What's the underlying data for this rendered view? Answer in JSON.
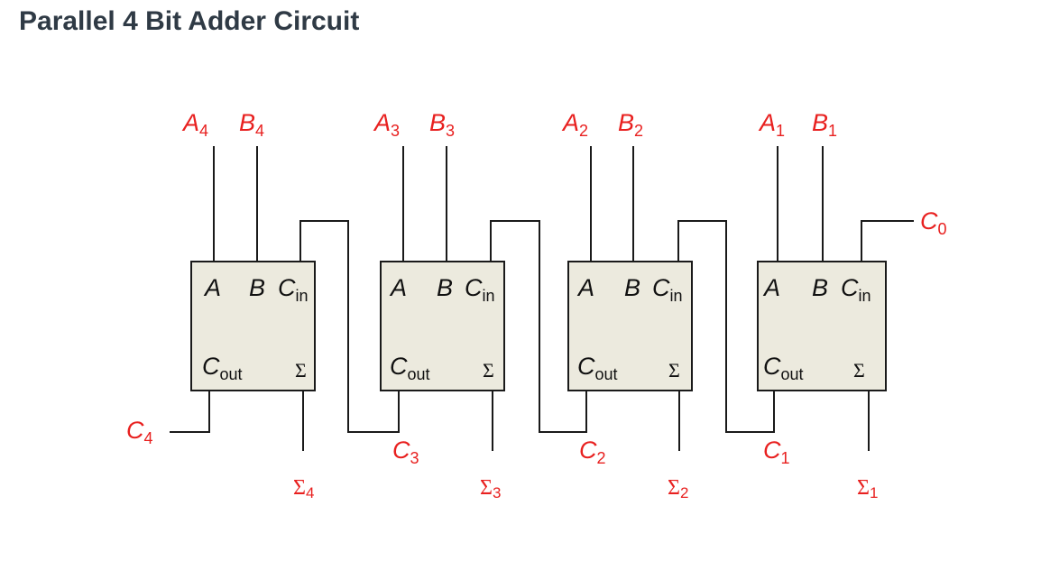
{
  "title": "Parallel 4 Bit Adder Circuit",
  "adders": [
    {
      "a": {
        "base": "A",
        "sub": "4"
      },
      "b": {
        "base": "B",
        "sub": "4"
      },
      "sum": {
        "base": "Σ",
        "sub": "4"
      },
      "carry_out": {
        "base": "C",
        "sub": "4"
      }
    },
    {
      "a": {
        "base": "A",
        "sub": "3"
      },
      "b": {
        "base": "B",
        "sub": "3"
      },
      "sum": {
        "base": "Σ",
        "sub": "3"
      },
      "carry_out": {
        "base": "C",
        "sub": "3"
      }
    },
    {
      "a": {
        "base": "A",
        "sub": "2"
      },
      "b": {
        "base": "B",
        "sub": "2"
      },
      "sum": {
        "base": "Σ",
        "sub": "2"
      },
      "carry_out": {
        "base": "C",
        "sub": "2"
      }
    },
    {
      "a": {
        "base": "A",
        "sub": "1"
      },
      "b": {
        "base": "B",
        "sub": "1"
      },
      "sum": {
        "base": "Σ",
        "sub": "1"
      },
      "carry_out": {
        "base": "C",
        "sub": "1"
      }
    }
  ],
  "carry_in": {
    "base": "C",
    "sub": "0"
  },
  "box_labels": {
    "a": "A",
    "b": "B",
    "cin": {
      "base": "C",
      "sub": "in"
    },
    "cout": {
      "base": "C",
      "sub": "out"
    },
    "sum": "Σ"
  },
  "colors": {
    "signal_label": "#e8201f",
    "box_fill": "#eceade",
    "wire": "#1a1a1a",
    "title": "#2f3a45"
  }
}
